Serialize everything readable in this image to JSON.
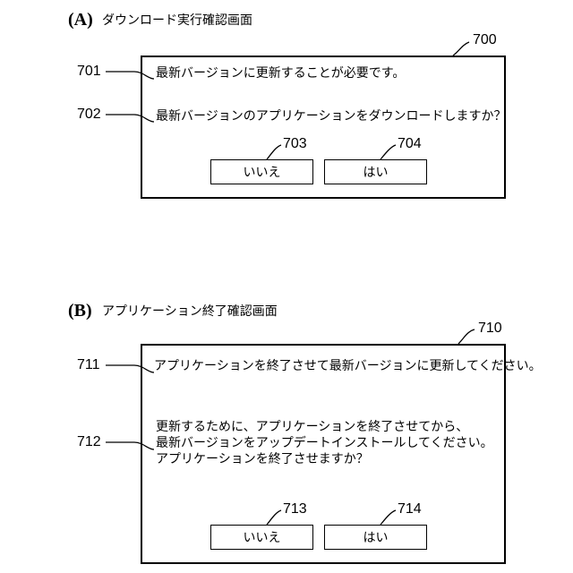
{
  "panel_a": {
    "label": "(A)",
    "title": "ダウンロード実行確認画面",
    "ref_screen": "700",
    "ref_msg1": "701",
    "ref_msg2": "702",
    "ref_no": "703",
    "ref_yes": "704",
    "message1": "最新バージョンに更新することが必要です。",
    "message2": "最新バージョンのアプリケーションをダウンロードしますか？",
    "no_label": "いいえ",
    "yes_label": "はい"
  },
  "panel_b": {
    "label": "(B)",
    "title": "アプリケーション終了確認画面",
    "ref_screen": "710",
    "ref_msg1": "711",
    "ref_msg2": "712",
    "ref_no": "713",
    "ref_yes": "714",
    "message1": "アプリケーションを終了させて最新バージョンに更新してください。",
    "message2_line1": "更新するために、アプリケーションを終了させてから、",
    "message2_line2": "最新バージョンをアップデートインストールしてください。",
    "message2_line3": "アプリケーションを終了させますか？",
    "no_label": "いいえ",
    "yes_label": "はい"
  }
}
